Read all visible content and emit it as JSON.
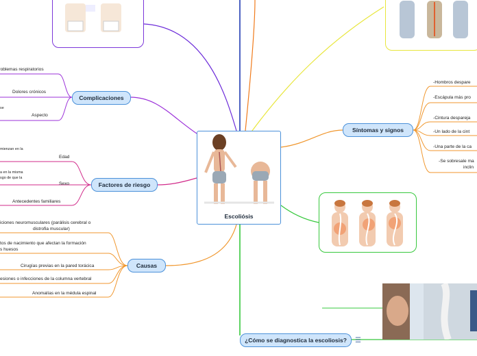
{
  "center": {
    "title": "Escoliósis"
  },
  "complicaciones": {
    "title": "Complicaciones",
    "items": [
      "Problemas respiratorios",
      "Dolores crónicos",
      "Aspecto"
    ],
    "fragment": "se"
  },
  "factores": {
    "title": "Factores de riesgo",
    "items": [
      "Edad",
      "Sexo",
      "Antecedentes familiares"
    ],
    "fragments": [
      "mienzan en la",
      "a en la misma",
      "sgo de que la"
    ]
  },
  "causas": {
    "title": "Causas",
    "items": [
      "iciones neuromusculares (parálisis cerebral o",
      "distrofia muscular)",
      "tos de nacimiento que afectan la formación",
      "s huesos",
      "Cirugías previas en la pared torácica",
      "esiones o infecciones de la columna vertebral",
      "Anomalías en la médula espinal"
    ]
  },
  "sintomas": {
    "title": "Síntomas y signos",
    "items": [
      "-Hombros despare",
      "-Escápula más pro",
      "-Cintura despareja",
      "-Un lado de la cint",
      "-Una parte de la ca",
      "-Se sobresale ma",
      "inclin"
    ]
  },
  "diagnostico": {
    "title": "¿Cómo se diagnostica la escoliosis?"
  },
  "colors": {
    "node_border": "#4a90d9",
    "node_fill": "#cfe5fb",
    "complicaciones": "#9b30d9",
    "factores": "#d12a8a",
    "causas": "#f0962c",
    "sintomas": "#f0962c",
    "diagnostico": "#36c83c",
    "top_blue": "#1f3bb3",
    "top_orange": "#f07a1a",
    "top_yellow": "#e8e63a",
    "top_purple": "#6b2ad9"
  },
  "icons": [
    "menu-icon"
  ]
}
